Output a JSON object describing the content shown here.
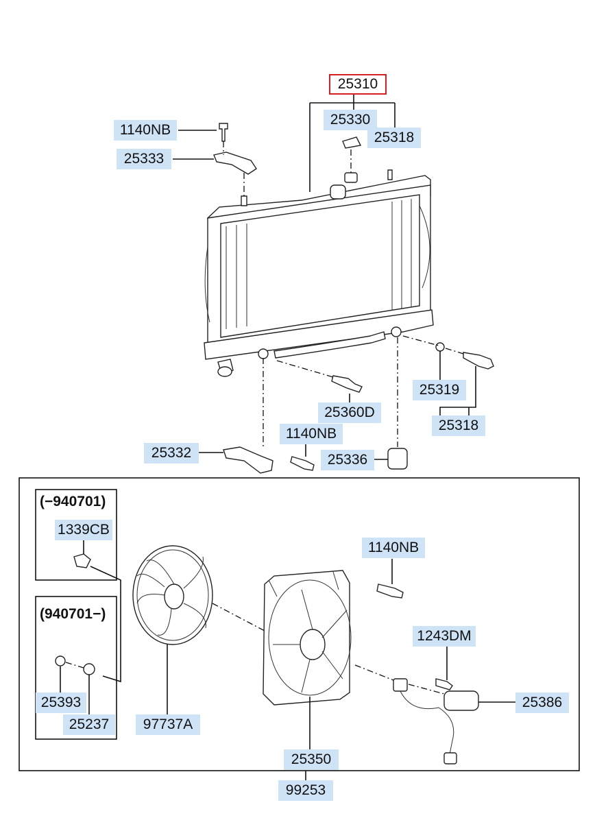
{
  "labels": {
    "p25310": "25310",
    "p25330": "25330",
    "p25318_top": "25318",
    "p1140NB_top": "1140NB",
    "p25333": "25333",
    "p25319": "25319",
    "p25318_mid": "25318",
    "p25360D": "25360D",
    "p1140NB_mid": "1140NB",
    "p25332": "25332",
    "p25336": "25336",
    "p1339CB": "1339CB",
    "p1140NB_fan": "1140NB",
    "p1243DM": "1243DM",
    "p25386": "25386",
    "p25393": "25393",
    "p25237": "25237",
    "p97737A": "97737A",
    "p25350": "25350",
    "p99253": "99253"
  },
  "groups": {
    "before": "(−940701)",
    "after": "(940701−)"
  },
  "highlight_color": "#d42020",
  "label_bg_color": "#cfe3f6"
}
